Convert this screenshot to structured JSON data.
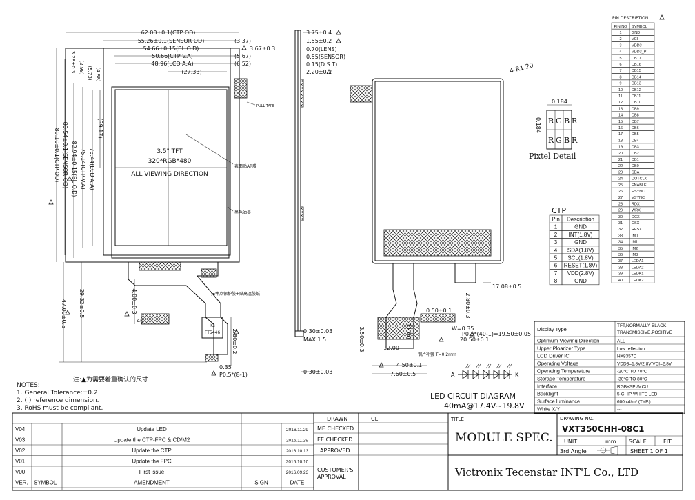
{
  "front_view": {
    "display_text": [
      "3.5\" TFT",
      "320*RGB*480",
      "ALL VIEWING DIRECTION"
    ],
    "top_dims": [
      "62.00±0.1(CTP OD)",
      "55.26±0.1(SENSOR OD)",
      "54.66±0.15(BL O.D)",
      "50.66(CTP V.A)",
      "48.96(LCD A.A)",
      "(27.33)"
    ],
    "right_dims": [
      "(3.37)",
      "(5.67)",
      "(6.52)"
    ],
    "left_dims": [
      "3.28±0.3",
      "(2.98)",
      "(5.73)",
      "(4.88)",
      "(39.17)",
      "73.44(LCD A.A)",
      "75.14(CTP V.A)",
      "82.94±0.15(BL O.D)",
      "83.54±0.1(SENSOR OD)",
      "89.10±0.1(CTP OD)"
    ],
    "bottom_dims": [
      "29.32±0.5",
      "47.00±0.5",
      "4.00±0.3",
      "40",
      "2.80±0.2",
      "0.35",
      "P0.5*(8-1)"
    ],
    "ic_label": "IC:\nFT5446",
    "notes_cn": [
      "表面贴AR膜",
      "黑色油墨",
      "元件点保护胶+贴高温胶纸"
    ],
    "pull_tape": "PULL TAPE"
  },
  "side_view": {
    "dims": [
      "3.75±0.4",
      "1.55±0.2",
      "0.70(LENS)",
      "0.55(SENSOR)",
      "0.15(D.S.T)",
      "2.20±0.2",
      "0.30±0.03",
      "MAX 1.5",
      "0.30±0.03"
    ]
  },
  "back_view": {
    "radius": "4-R1.20",
    "dims": [
      "17.08±0.5",
      "2.80±0.3",
      "0.50±0.1",
      "W=0.35",
      "P0.5*(40-1)=19.50±0.05",
      "20.50±0.1",
      "3.50±0.3",
      "12.00",
      "11.00",
      "4.50±0.1",
      "7.60±0.5"
    ],
    "stiffener_note": "钢片补强 T=0.2mm"
  },
  "pixel_detail": {
    "title": "Pixtel Detail",
    "size": "0.184",
    "letters": [
      "R",
      "G",
      "B",
      "R"
    ]
  },
  "led_diagram": {
    "title": "LED CIRCUIT DIAGRAM",
    "spec": "40mA@17.4V~19.8V",
    "anode": "A",
    "cathode": "K"
  },
  "ctp_table": {
    "title": "CTP",
    "headers": [
      "Pin",
      "Description"
    ],
    "rows": [
      [
        "1",
        "GND"
      ],
      [
        "2",
        "INT(1.8V)"
      ],
      [
        "3",
        "GND"
      ],
      [
        "4",
        "SDA(1.8V)"
      ],
      [
        "5",
        "SCL(1.8V)"
      ],
      [
        "6",
        "RESET(1.8V)"
      ],
      [
        "7",
        "VDD(2.8V)"
      ],
      [
        "8",
        "GND"
      ]
    ]
  },
  "pin_table": {
    "title": "PIN DESCRIPTION",
    "headers": [
      "PIN NO",
      "SYMBOL"
    ],
    "rows": [
      [
        "1",
        "GND"
      ],
      [
        "2",
        "VCI"
      ],
      [
        "3",
        "VDD3"
      ],
      [
        "4",
        "VDD3_P"
      ],
      [
        "5",
        "DB17"
      ],
      [
        "6",
        "DB16"
      ],
      [
        "7",
        "DB15"
      ],
      [
        "8",
        "DB14"
      ],
      [
        "9",
        "DB13"
      ],
      [
        "10",
        "DB12"
      ],
      [
        "11",
        "DB11"
      ],
      [
        "12",
        "DB10"
      ],
      [
        "13",
        "DB9"
      ],
      [
        "14",
        "DB8"
      ],
      [
        "15",
        "DB7"
      ],
      [
        "16",
        "DB6"
      ],
      [
        "17",
        "DB5"
      ],
      [
        "18",
        "DB4"
      ],
      [
        "19",
        "DB3"
      ],
      [
        "20",
        "DB2"
      ],
      [
        "21",
        "DB1"
      ],
      [
        "22",
        "DB0"
      ],
      [
        "23",
        "SDA"
      ],
      [
        "24",
        "DOTCLK"
      ],
      [
        "25",
        "ENABLE"
      ],
      [
        "26",
        "HSYNC"
      ],
      [
        "27",
        "VSYNC"
      ],
      [
        "28",
        "RDX"
      ],
      [
        "29",
        "WRX"
      ],
      [
        "30",
        "DCX"
      ],
      [
        "31",
        "CSX"
      ],
      [
        "32",
        "RESX"
      ],
      [
        "33",
        "IM0"
      ],
      [
        "34",
        "IM1"
      ],
      [
        "35",
        "IM2"
      ],
      [
        "36",
        "IM3"
      ],
      [
        "37",
        "LEDA1"
      ],
      [
        "38",
        "LEDA2"
      ],
      [
        "39",
        "LEDK1"
      ],
      [
        "40",
        "LEDK2"
      ]
    ]
  },
  "spec_table": {
    "rows": [
      [
        "Display Type",
        "TFT,NORMALLY BLACK\nTRANSMISSIVE,POSITIVE"
      ],
      [
        "Optimum Viewing Direction",
        "ALL"
      ],
      [
        "Upper Ploarizer Type",
        "Low reflection"
      ],
      [
        "LCD Driver IC",
        "HX8357D"
      ],
      [
        "Operating Voltage",
        "VDD3=1.8V/2.8V;VCI=2.8V"
      ],
      [
        "Operating Temperature",
        "-20°C TO 70°C"
      ],
      [
        "Storage Temperature",
        "-30°C TO 80°C"
      ],
      [
        "Interface",
        "RGB+SPI/MCU"
      ],
      [
        "Backlight",
        "5-CHIP WHITE LED"
      ],
      [
        "Surface luminance",
        "600 cd/m² (TYP.)"
      ],
      [
        "White X/Y",
        "---"
      ]
    ],
    "highlight_color": "#d9251c"
  },
  "notes": {
    "cn_line": "注:▲为需要着重确认的尺寸",
    "title": "NOTES:",
    "items": [
      "1. General Tolerance:±0.2",
      "2. ( ) reference dimension.",
      "3. RoHS must be compliant."
    ]
  },
  "revisions": {
    "headers": [
      "VER.",
      "SYMBOL",
      "AMENDMENT",
      "SIGN",
      "DATE"
    ],
    "rows": [
      [
        "V04",
        "",
        "Update LED",
        "",
        "2016.11.29"
      ],
      [
        "V03",
        "",
        "Update the CTP-FPC & CD/M2",
        "",
        "2016.11.29"
      ],
      [
        "V02",
        "",
        "Update the CTP",
        "",
        "2016.10.13"
      ],
      [
        "V01",
        "",
        "Update the FPC",
        "",
        "2016.10.10"
      ],
      [
        "V00",
        "",
        "First issue",
        "",
        "2016.09.23"
      ]
    ]
  },
  "approval": {
    "drawn_label": "DRAWN",
    "drawn_by": "CL",
    "me_checked": "ME.CHECKED",
    "ee_checked": "EE.CHECKED",
    "approved": "APPROVED",
    "customers_approval": "CUSTOMER'S\nAPPROVAL"
  },
  "title_block": {
    "title_label": "TITLE",
    "title": "MODULE SPEC.",
    "drawing_no_label": "DRAWING NO.",
    "drawing_no": "VXT350CHH-08C1",
    "unit_label": "UNIT",
    "unit": "mm",
    "scale_label": "SCALE",
    "scale": "FIT",
    "angle": "3rd Angle",
    "sheet": "SHEET 1 OF 1",
    "company": "Victronix Tecenstar INT'L Co., LTD"
  }
}
